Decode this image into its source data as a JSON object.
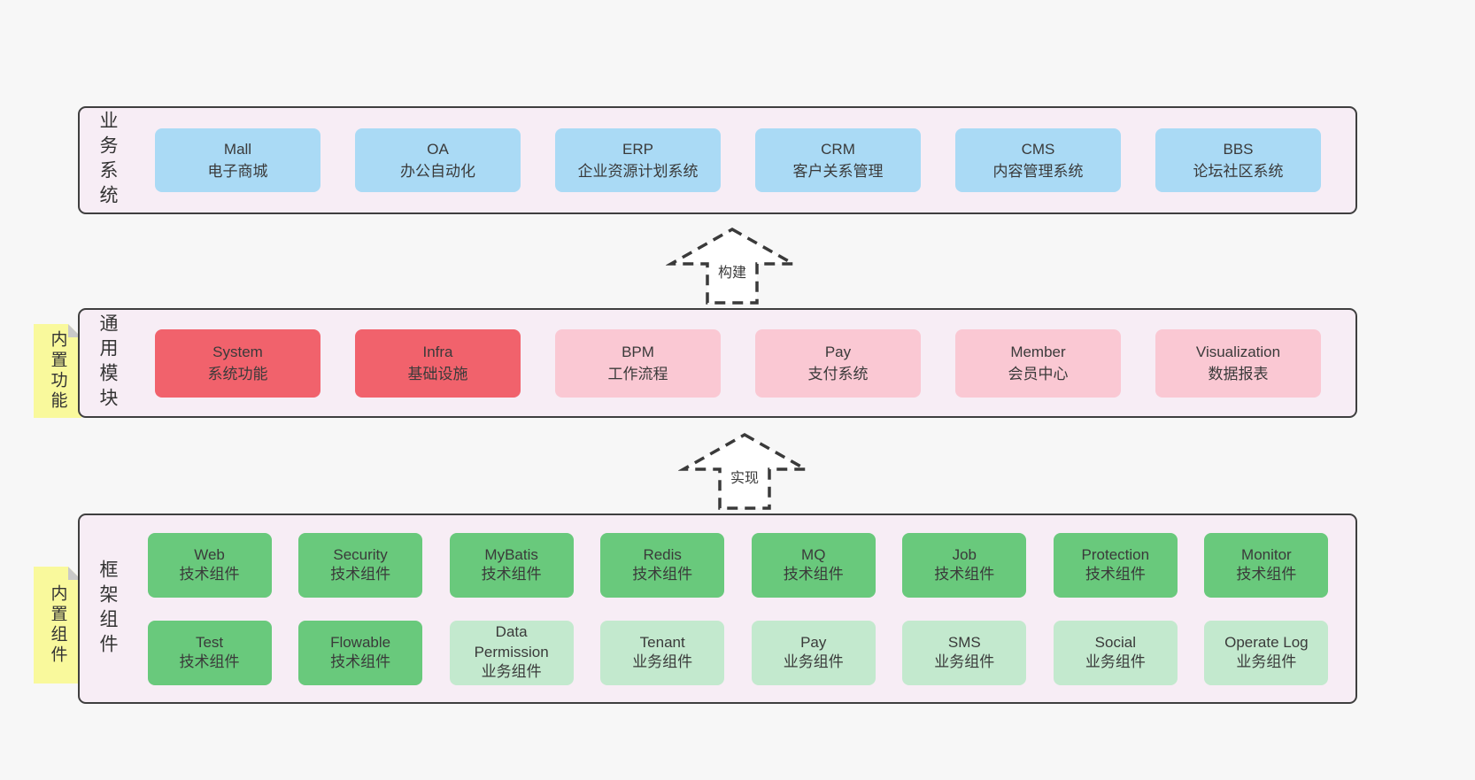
{
  "palette": {
    "page_bg": "#f7f7f7",
    "band_bg": "#f7edf5",
    "band_border": "#3f3f3f",
    "blue_box": "#aadaf5",
    "red_box": "#f1626c",
    "pink_box": "#fac8d3",
    "green_box": "#69c97c",
    "green_light_box": "#c3e9ce",
    "sticky_yellow": "#f9f99c",
    "sticky_fold_gray": "#c9c9c9",
    "arrow_fill": "#ffffff",
    "text": "#3a3a3a"
  },
  "bands": [
    {
      "label": "业务系统",
      "rows": [
        [
          {
            "en": "Mall",
            "zh": "电子商城",
            "variant": "blue"
          },
          {
            "en": "OA",
            "zh": "办公自动化",
            "variant": "blue"
          },
          {
            "en": "ERP",
            "zh": "企业资源计划系统",
            "variant": "blue"
          },
          {
            "en": "CRM",
            "zh": "客户关系管理",
            "variant": "blue"
          },
          {
            "en": "CMS",
            "zh": "内容管理系统",
            "variant": "blue"
          },
          {
            "en": "BBS",
            "zh": "论坛社区系统",
            "variant": "blue"
          }
        ]
      ]
    },
    {
      "label": "通用模块",
      "sticky": "内置功能",
      "rows": [
        [
          {
            "en": "System",
            "zh": "系统功能",
            "variant": "red"
          },
          {
            "en": "Infra",
            "zh": "基础设施",
            "variant": "red"
          },
          {
            "en": "BPM",
            "zh": "工作流程",
            "variant": "pink"
          },
          {
            "en": "Pay",
            "zh": "支付系统",
            "variant": "pink"
          },
          {
            "en": "Member",
            "zh": "会员中心",
            "variant": "pink"
          },
          {
            "en": "Visualization",
            "zh": "数据报表",
            "variant": "pink"
          }
        ]
      ]
    },
    {
      "label": "框架组件",
      "sticky": "内置组件",
      "rows": [
        [
          {
            "en": "Web",
            "zh": "技术组件",
            "variant": "green"
          },
          {
            "en": "Security",
            "zh": "技术组件",
            "variant": "green"
          },
          {
            "en": "MyBatis",
            "zh": "技术组件",
            "variant": "green"
          },
          {
            "en": "Redis",
            "zh": "技术组件",
            "variant": "green"
          },
          {
            "en": "MQ",
            "zh": "技术组件",
            "variant": "green"
          },
          {
            "en": "Job",
            "zh": "技术组件",
            "variant": "green"
          },
          {
            "en": "Protection",
            "zh": "技术组件",
            "variant": "green"
          },
          {
            "en": "Monitor",
            "zh": "技术组件",
            "variant": "green"
          }
        ],
        [
          {
            "en": "Test",
            "zh": "技术组件",
            "variant": "green"
          },
          {
            "en": "Flowable",
            "zh": "技术组件",
            "variant": "green"
          },
          {
            "en": "Data Permission",
            "zh": "业务组件",
            "variant": "green-light"
          },
          {
            "en": "Tenant",
            "zh": "业务组件",
            "variant": "green-light"
          },
          {
            "en": "Pay",
            "zh": "业务组件",
            "variant": "green-light"
          },
          {
            "en": "SMS",
            "zh": "业务组件",
            "variant": "green-light"
          },
          {
            "en": "Social",
            "zh": "业务组件",
            "variant": "green-light"
          },
          {
            "en": "Operate Log",
            "zh": "业务组件",
            "variant": "green-light"
          }
        ]
      ]
    }
  ],
  "arrows": [
    {
      "label": "构建"
    },
    {
      "label": "实现"
    }
  ]
}
